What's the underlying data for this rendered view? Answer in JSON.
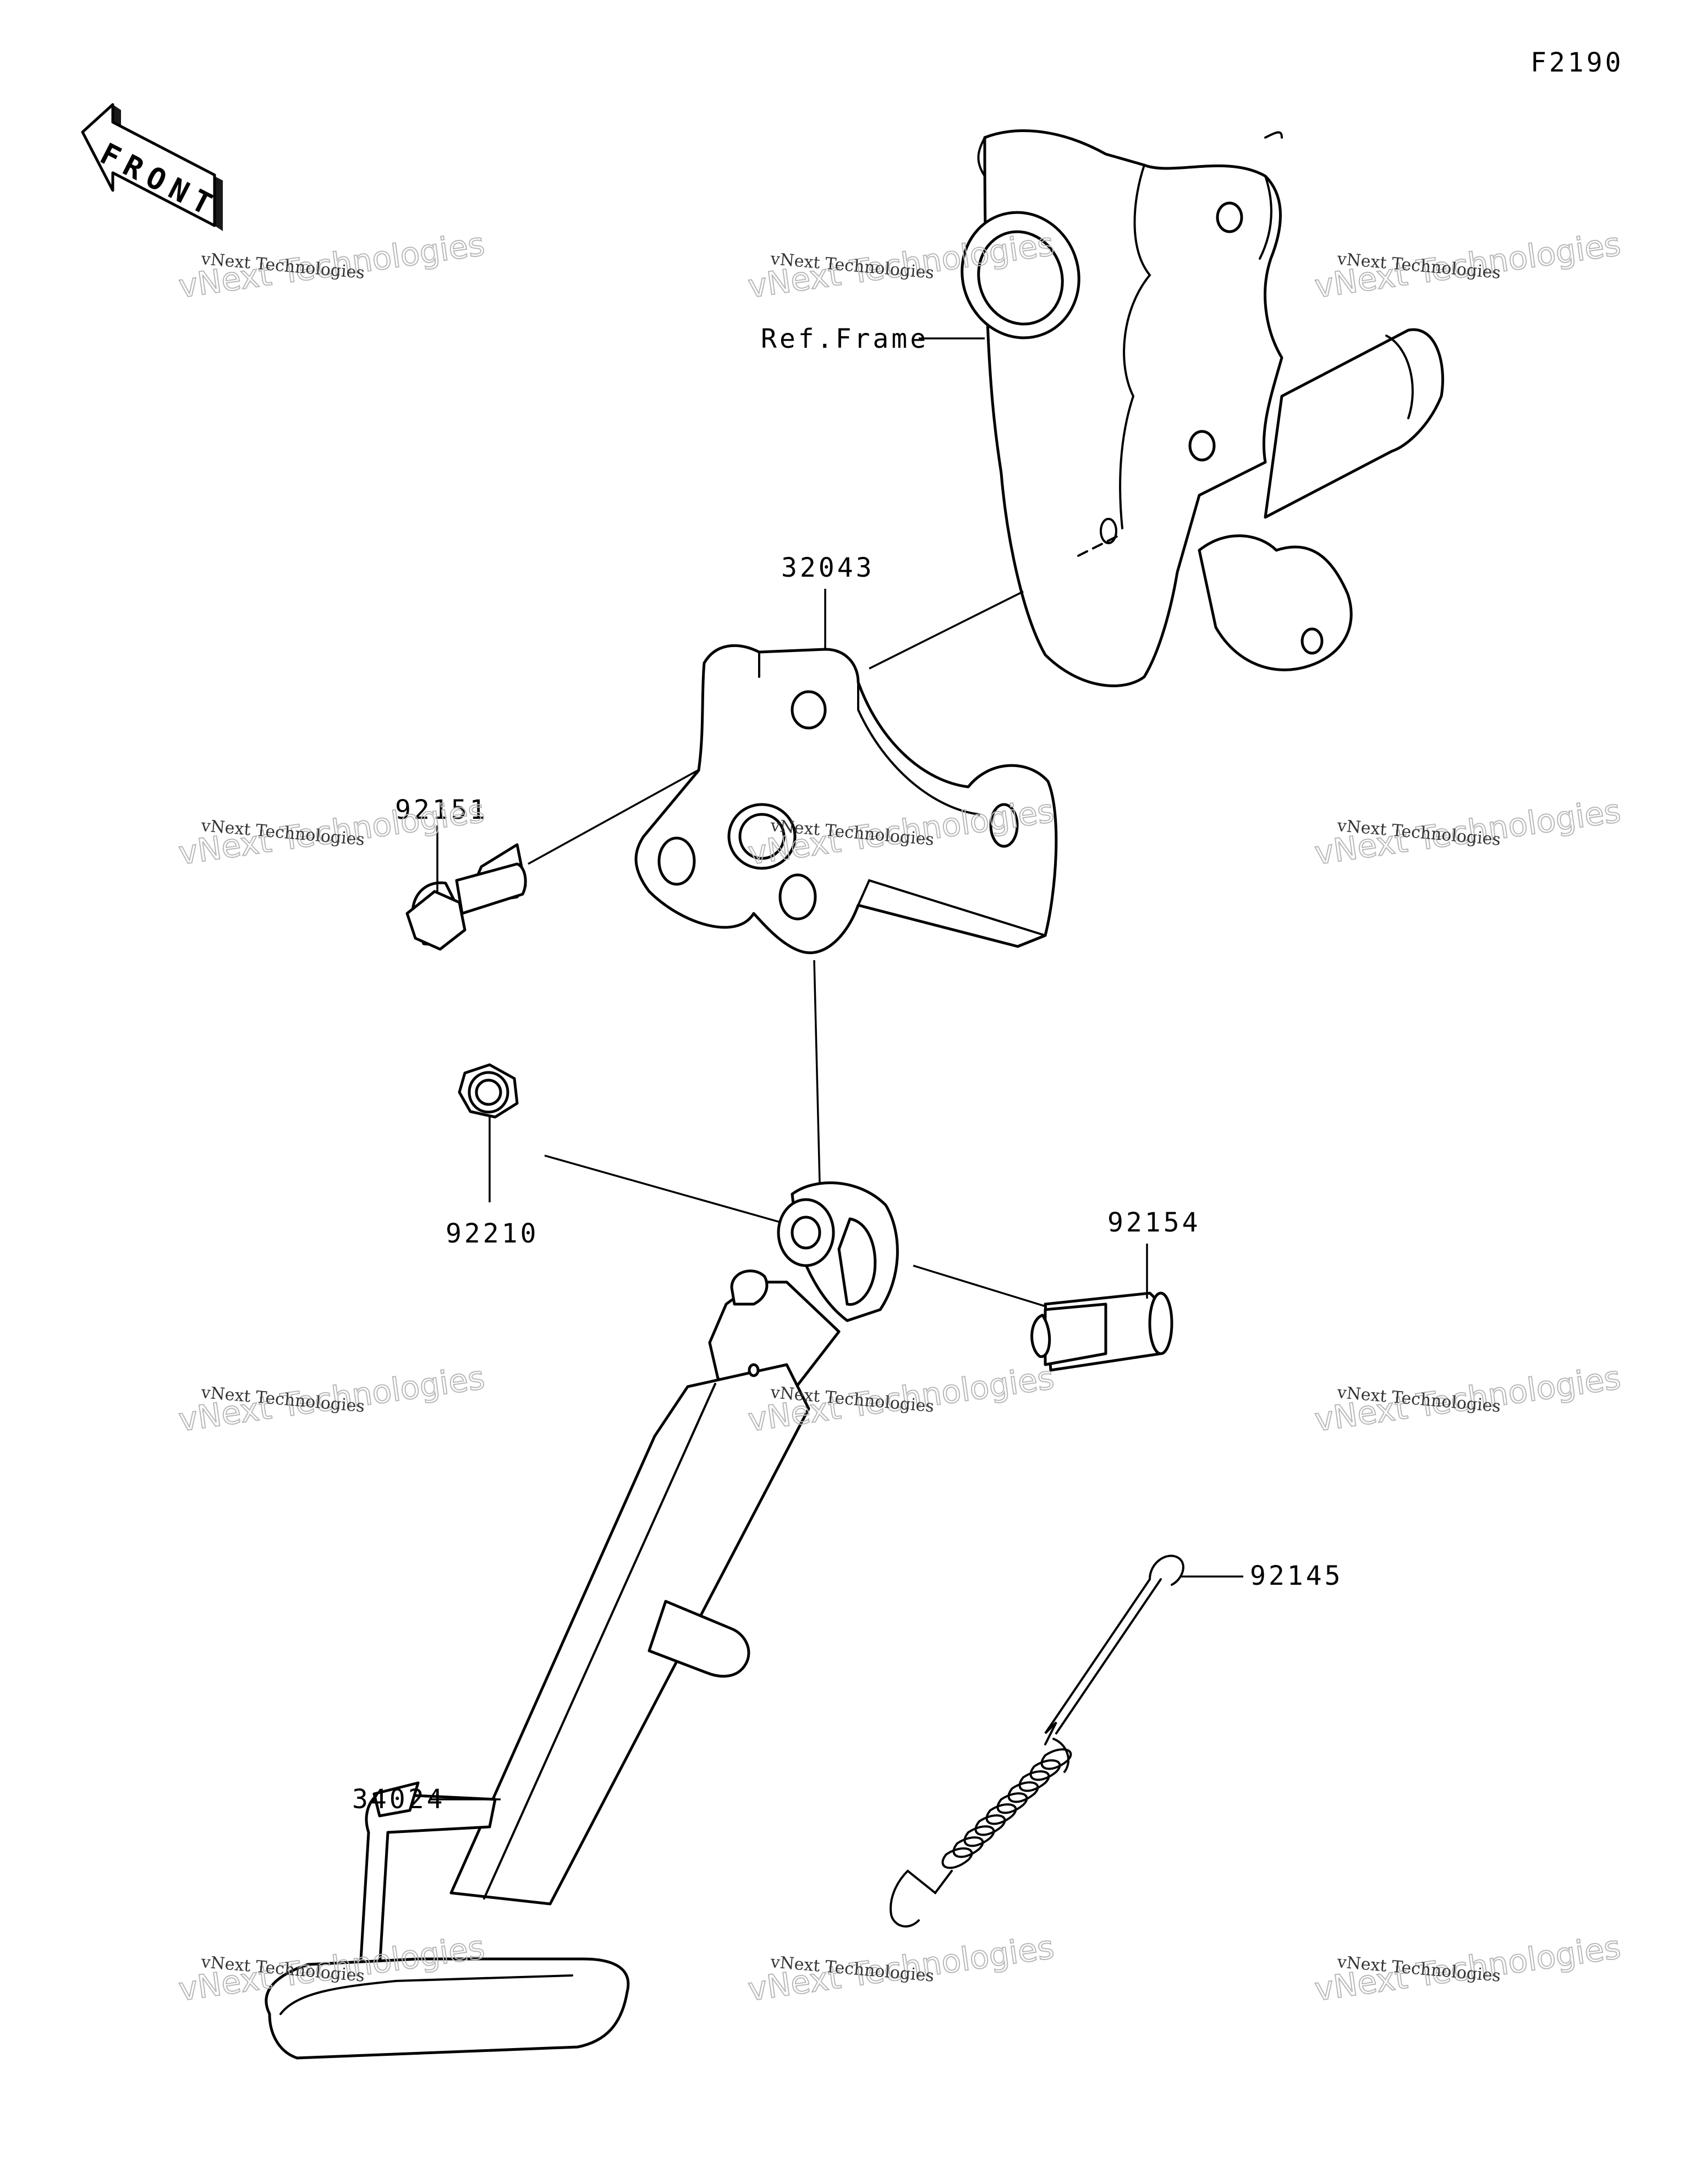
{
  "figure_code": "F2190",
  "front_label": "FRONT",
  "ref_frame_label": "Ref.Frame",
  "parts": {
    "bracket": "32043",
    "bolt_flanged": "92151",
    "nut": "92210",
    "bolt_pivot": "92154",
    "spring": "92145",
    "side_stand": "34024"
  },
  "watermark": {
    "line1": "vNext Technologies",
    "line2": "vNext Technologies"
  }
}
